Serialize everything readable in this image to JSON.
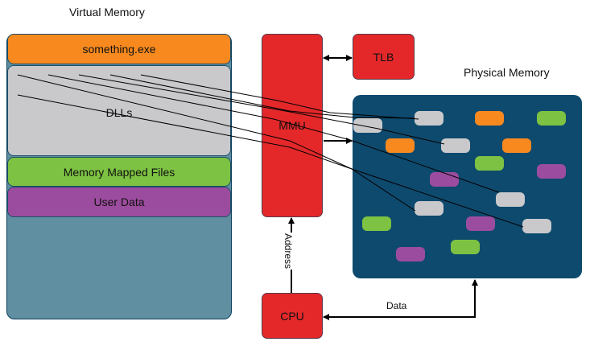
{
  "virtual_memory": {
    "title": "Virtual Memory",
    "segments": [
      {
        "label": "something.exe",
        "color": "#f7891f"
      },
      {
        "label": "DLLs",
        "color": "#c9c9cc"
      },
      {
        "label": "Memory Mapped Files",
        "color": "#7dc242"
      },
      {
        "label": "User Data",
        "color": "#9c4c9e"
      }
    ],
    "free_space_color": "#5f8fa0"
  },
  "components": {
    "mmu": "MMU",
    "tlb": "TLB",
    "cpu": "CPU",
    "color": "#e4282a"
  },
  "physical_memory": {
    "title": "Physical Memory",
    "color": "#0e4a6e",
    "page_frames": [
      {
        "kind": "dll",
        "color": "#c9c9cc"
      },
      {
        "kind": "dll",
        "color": "#c9c9cc"
      },
      {
        "kind": "exe",
        "color": "#f7891f"
      },
      {
        "kind": "mmf",
        "color": "#7dc242"
      },
      {
        "kind": "exe",
        "color": "#f7891f"
      },
      {
        "kind": "dll",
        "color": "#c9c9cc"
      },
      {
        "kind": "exe",
        "color": "#f7891f"
      },
      {
        "kind": "mmf",
        "color": "#7dc242"
      },
      {
        "kind": "user",
        "color": "#9c4c9e"
      },
      {
        "kind": "user",
        "color": "#9c4c9e"
      },
      {
        "kind": "dll",
        "color": "#c9c9cc"
      },
      {
        "kind": "dll",
        "color": "#c9c9cc"
      },
      {
        "kind": "mmf",
        "color": "#7dc242"
      },
      {
        "kind": "user",
        "color": "#9c4c9e"
      },
      {
        "kind": "dll",
        "color": "#c9c9cc"
      },
      {
        "kind": "mmf",
        "color": "#7dc242"
      },
      {
        "kind": "user",
        "color": "#9c4c9e"
      }
    ]
  },
  "arrows": {
    "address_label": "Address",
    "data_label": "Data"
  }
}
